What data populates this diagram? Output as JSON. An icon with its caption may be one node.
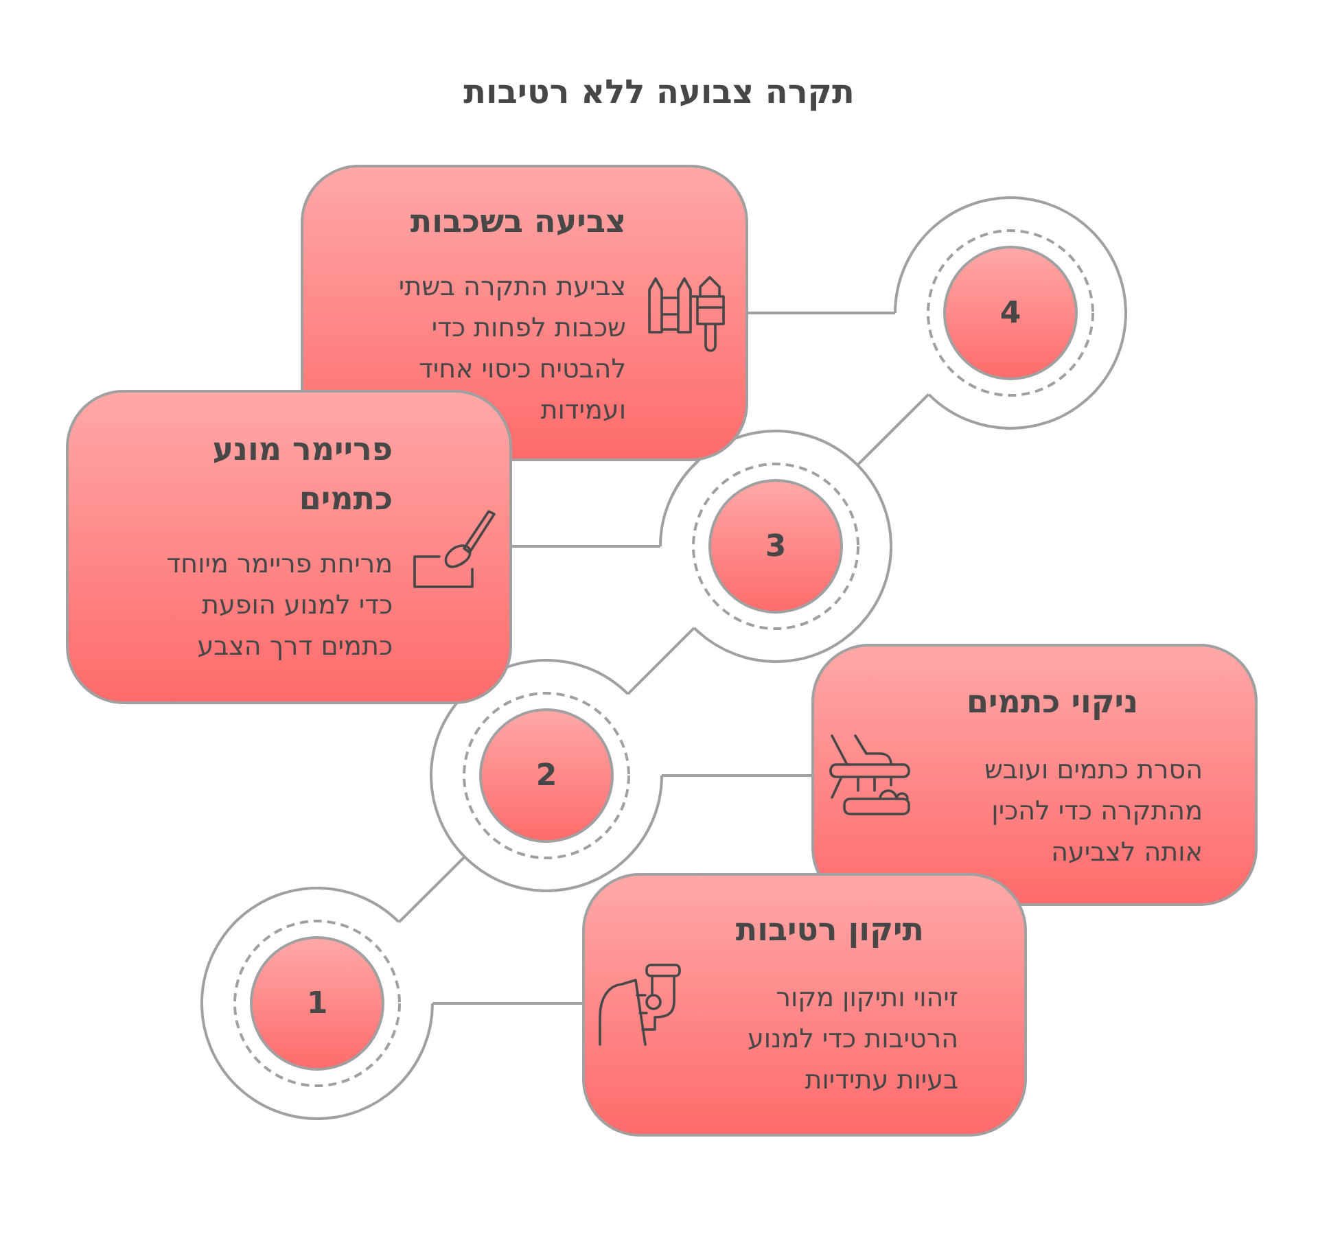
{
  "diagram": {
    "title": "תקרה צבועה ללא רטיבות",
    "nodes": [
      {
        "text": [
          "צביעה בשכבות",
          "צביעת התקרה בשתי שכבות לפחות כדי להבטיח כיסוי אחיד ועמידות"
        ]
      },
      {
        "text": [
          "4"
        ]
      },
      {
        "text": [
          "פריימר מונע כתמים",
          "מריחת פריימר מיוחד כדי למנוע הופעת כתמים דרך הצבע"
        ]
      },
      {
        "text": [
          "3"
        ]
      },
      {
        "text": [
          "ניקוי כתמים",
          "הסרת כתמים ועובש מהתקרה כדי להכין אותה לצביעה"
        ]
      },
      {
        "text": [
          "2"
        ]
      },
      {
        "text": [
          "תיקון רטיבות",
          "זיהוי ותיקון מקור הרטיבות כדי למנוע בעיות עתידיות"
        ]
      },
      {
        "text": [
          "1"
        ]
      }
    ],
    "edges": [
      {
        "from": 7,
        "to": 5,
        "arrow": "none"
      },
      {
        "from": 5,
        "to": 3,
        "arrow": "none"
      },
      {
        "from": 3,
        "to": 1,
        "arrow": "none"
      },
      {
        "from": 7,
        "to": 6,
        "arrow": "none"
      },
      {
        "from": 5,
        "to": 4,
        "arrow": "none"
      },
      {
        "from": 3,
        "to": 2,
        "arrow": "none"
      },
      {
        "from": 1,
        "to": 0,
        "arrow": "none"
      }
    ]
  }
}
